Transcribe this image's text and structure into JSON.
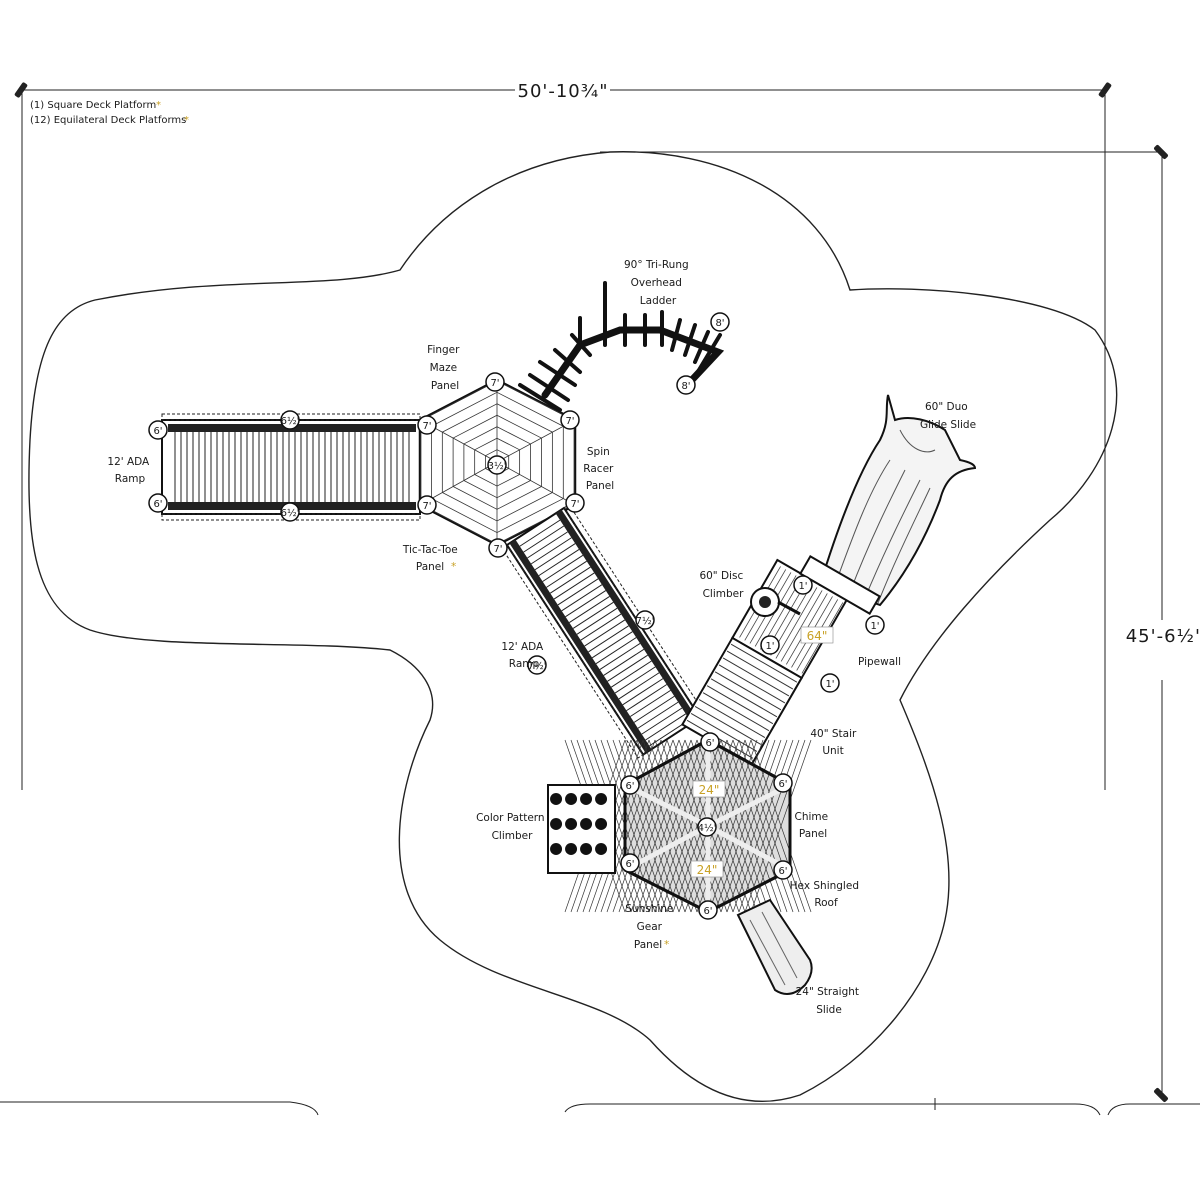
{
  "dimensions": {
    "width": "50'-10¾\"",
    "height": "45'-6½\""
  },
  "legend": [
    "(1) Square Deck Platform",
    "(12) Equilateral Deck Platforms"
  ],
  "legend_mark": "*",
  "labels": {
    "overhead_ladder": [
      "90° Tri-Rung",
      "Overhead",
      "Ladder"
    ],
    "finger_maze": [
      "Finger",
      "Maze",
      "Panel"
    ],
    "spin_racer": [
      "Spin",
      "Racer",
      "Panel"
    ],
    "ada_ramp_left": [
      "12' ADA",
      "Ramp"
    ],
    "tic_tac_toe": [
      "Tic-Tac-Toe",
      "Panel"
    ],
    "ada_ramp_mid": [
      "12' ADA",
      "Ramp"
    ],
    "duo_glide": [
      "60\" Duo",
      "Glide Slide"
    ],
    "disc_climber": [
      "60\" Disc",
      "Climber"
    ],
    "pipewall": "Pipewall",
    "stair_unit": [
      "40\" Stair",
      "Unit"
    ],
    "color_pattern": [
      "Color Pattern",
      "Climber"
    ],
    "chime": [
      "Chime",
      "Panel"
    ],
    "hex_roof": [
      "Hex Shingled",
      "Roof"
    ],
    "sunshine_gear": [
      "Sunshine",
      "Gear",
      "Panel"
    ],
    "straight_slide": [
      "24\" Straight",
      "Slide"
    ]
  },
  "heights": {
    "ramp_end_top": "6'",
    "ramp_end_bottom": "6'",
    "ramp_mid_top": "6½'",
    "ramp_mid_bottom": "6½'",
    "hex_top_left": "7'",
    "hex_top": "7'",
    "hex_top_right": "7'",
    "hex_center": "3½'",
    "hex_left_upper": "7'",
    "hex_left_lower": "7'",
    "hex_right": "7'",
    "hex_bottom": "7'",
    "ladder_end_top": "8'",
    "ladder_end_bottom": "8'",
    "ramp2_upper": "7½'",
    "ramp2_lower": "7½'",
    "stair_top_left": "1'",
    "stair_top_right": "1'",
    "stair_mid_left": "1'",
    "stair_mid_right": "1'",
    "hex2_top": "6'",
    "hex2_left_upper": "6'",
    "hex2_right_upper": "6'",
    "hex2_center": "4½'",
    "hex2_left_lower": "6'",
    "hex2_right_lower": "6'",
    "hex2_bottom": "6'",
    "deck_64": "64\"",
    "deck_24_upper": "24\"",
    "deck_24_lower": "24\""
  }
}
